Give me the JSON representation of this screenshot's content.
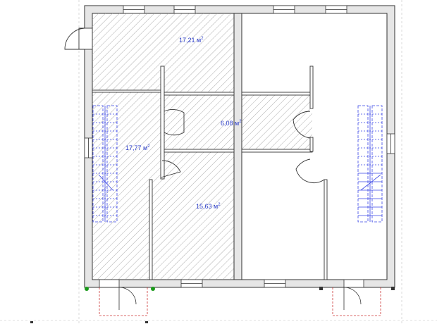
{
  "plan": {
    "rooms": [
      {
        "id": "room-top-left",
        "area_text": "17,21 м",
        "unit_sup": "2"
      },
      {
        "id": "room-hall",
        "area_text": "6,08 м",
        "unit_sup": "2"
      },
      {
        "id": "room-left",
        "area_text": "17,77 м",
        "unit_sup": "2"
      },
      {
        "id": "room-bottom",
        "area_text": "15,63 м",
        "unit_sup": "2"
      }
    ]
  },
  "colors": {
    "wall_fill": "#e6e6e6",
    "wall_stroke": "#333333",
    "hatch": "#9a9a9a",
    "stairs": "#3a46e6",
    "label": "#2a3cc8",
    "door_outside": "#cc3333",
    "guide": "#bfbfbf",
    "marker_green": "#1a9a1a"
  },
  "icons": [
    "door-swing-icon",
    "staircase-icon",
    "window-icon",
    "vertex-marker-icon"
  ]
}
